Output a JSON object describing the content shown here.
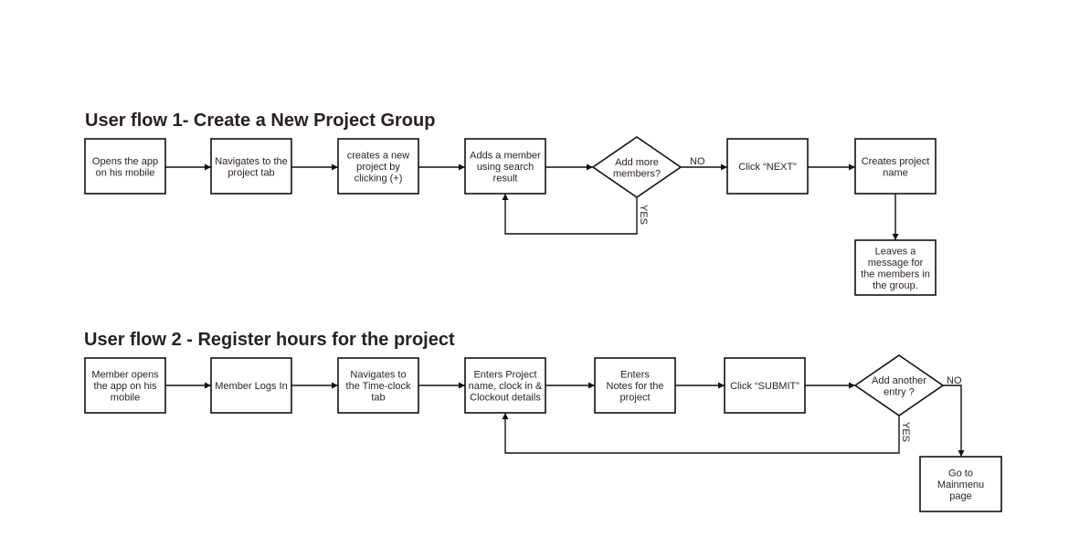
{
  "flows": [
    {
      "title": "User flow 1- Create a New Project Group",
      "nodes": [
        {
          "id": "f1-open-app",
          "shape": "box",
          "lines": [
            "Opens the app",
            "on his mobile"
          ]
        },
        {
          "id": "f1-project-tab",
          "shape": "box",
          "lines": [
            "Navigates to the",
            "project tab"
          ]
        },
        {
          "id": "f1-create-project",
          "shape": "box",
          "lines": [
            "creates a new",
            "project by",
            "clicking (+)"
          ]
        },
        {
          "id": "f1-add-member",
          "shape": "box",
          "lines": [
            "Adds a member",
            "using search",
            "result"
          ]
        },
        {
          "id": "f1-add-more",
          "shape": "decision",
          "lines": [
            "Add more",
            "members?"
          ]
        },
        {
          "id": "f1-click-next",
          "shape": "box",
          "lines": [
            "Click “NEXT”"
          ]
        },
        {
          "id": "f1-project-name",
          "shape": "box",
          "lines": [
            "Creates project",
            "name"
          ]
        },
        {
          "id": "f1-leave-message",
          "shape": "box",
          "lines": [
            "Leaves a",
            "message for",
            "the members in",
            "the group."
          ]
        }
      ],
      "edges": [
        {
          "from": "f1-open-app",
          "to": "f1-project-tab",
          "label": ""
        },
        {
          "from": "f1-project-tab",
          "to": "f1-create-project",
          "label": ""
        },
        {
          "from": "f1-create-project",
          "to": "f1-add-member",
          "label": ""
        },
        {
          "from": "f1-add-member",
          "to": "f1-add-more",
          "label": ""
        },
        {
          "from": "f1-add-more",
          "to": "f1-click-next",
          "label": "NO"
        },
        {
          "from": "f1-click-next",
          "to": "f1-project-name",
          "label": ""
        },
        {
          "from": "f1-project-name",
          "to": "f1-leave-message",
          "label": ""
        },
        {
          "from": "f1-add-more",
          "to": "f1-add-member",
          "label": "YES"
        }
      ]
    },
    {
      "title": "User flow 2 - Register hours for the project",
      "nodes": [
        {
          "id": "f2-member-opens",
          "shape": "box",
          "lines": [
            "Member opens",
            "the app on his",
            "mobile"
          ]
        },
        {
          "id": "f2-logs-in",
          "shape": "box",
          "lines": [
            "Member Logs In"
          ]
        },
        {
          "id": "f2-timeclock-tab",
          "shape": "box",
          "lines": [
            "Navigates to",
            "the Time-clock",
            "tab"
          ]
        },
        {
          "id": "f2-enter-details",
          "shape": "box",
          "lines": [
            "Enters Project",
            "name, clock in &",
            "Clockout details"
          ]
        },
        {
          "id": "f2-enter-notes",
          "shape": "box",
          "lines": [
            "Enters",
            "Notes for the",
            "project"
          ]
        },
        {
          "id": "f2-click-submit",
          "shape": "box",
          "lines": [
            "Click “SUBMIT”"
          ]
        },
        {
          "id": "f2-add-another",
          "shape": "decision",
          "lines": [
            "Add another",
            "entry ?"
          ]
        },
        {
          "id": "f2-main-menu",
          "shape": "box",
          "lines": [
            "Go to",
            "Mainmenu",
            "page"
          ]
        }
      ],
      "edges": [
        {
          "from": "f2-member-opens",
          "to": "f2-logs-in",
          "label": ""
        },
        {
          "from": "f2-logs-in",
          "to": "f2-timeclock-tab",
          "label": ""
        },
        {
          "from": "f2-timeclock-tab",
          "to": "f2-enter-details",
          "label": ""
        },
        {
          "from": "f2-enter-details",
          "to": "f2-enter-notes",
          "label": ""
        },
        {
          "from": "f2-enter-notes",
          "to": "f2-click-submit",
          "label": ""
        },
        {
          "from": "f2-click-submit",
          "to": "f2-add-another",
          "label": ""
        },
        {
          "from": "f2-add-another",
          "to": "f2-main-menu",
          "label": "NO"
        },
        {
          "from": "f2-add-another",
          "to": "f2-enter-details",
          "label": "YES"
        }
      ]
    }
  ]
}
